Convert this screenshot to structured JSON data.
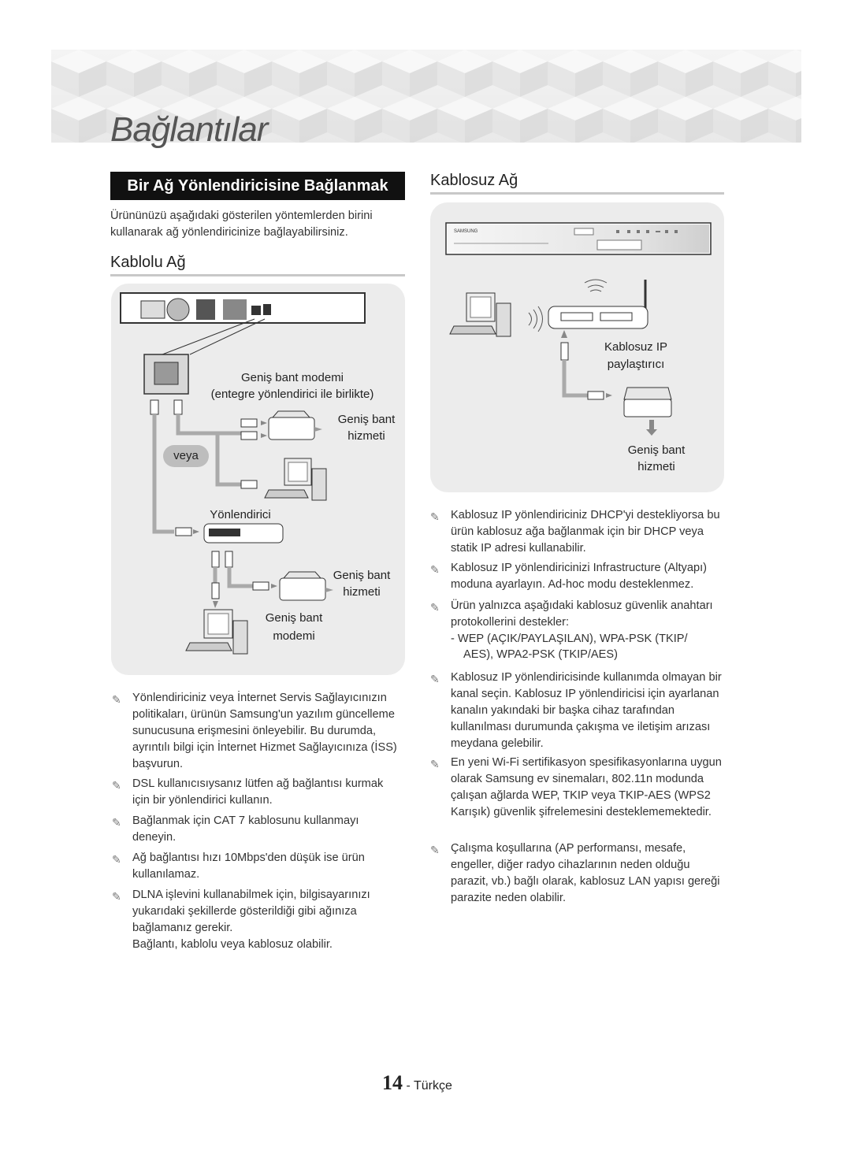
{
  "chapter_title": "Bağlantılar",
  "section_title": "Bir Ağ Yönlendiricisine Bağlanmak",
  "intro": "Ürününüzü aşağıdaki gösterilen yöntemlerden birini kullanarak ağ yönlendiricinize bağlayabilirsiniz.",
  "wired": {
    "title": "Kablolu Ağ",
    "labels": {
      "modem_title": "Geniş bant modemi",
      "modem_sub": "(entegre yönlendirici ile birlikte)",
      "service1_a": "Geniş bant",
      "service1_b": "hizmeti",
      "or": "veya",
      "router": "Yönlendirici",
      "service2_a": "Geniş bant",
      "service2_b": "hizmeti",
      "modem2_a": "Geniş bant",
      "modem2_b": "modemi"
    },
    "notes": [
      "Yönlendiriciniz veya İnternet Servis Sağlayıcınızın politikaları, ürünün Samsung'un yazılım güncelleme sunucusuna erişmesini önleyebilir. Bu durumda, ayrıntılı bilgi için İnternet Hizmet Sağlayıcınıza (İSS) başvurun.",
      "DSL kullanıcısıysanız lütfen ağ bağlantısı kurmak için bir yönlendirici kullanın.",
      "Bağlanmak için CAT 7 kablosunu kullanmayı deneyin.",
      "Ağ bağlantısı hızı 10Mbps'den düşük ise ürün kullanılamaz.",
      "DLNA işlevini kullanabilmek için, bilgisayarınızı yukarıdaki şekillerde gösterildiği gibi ağınıza bağlamanız gerekir."
    ],
    "note_extra": "Bağlantı, kablolu veya kablosuz olabilir."
  },
  "wireless": {
    "title": "Kablosuz Ağ",
    "labels": {
      "ap_a": "Kablosuz IP",
      "ap_b": "paylaştırıcı",
      "service_a": "Geniş bant",
      "service_b": "hizmeti"
    },
    "device_brand": "SAMSUNG",
    "notes": [
      "Kablosuz IP yönlendiriciniz DHCP'yi destekliyorsa bu ürün kablosuz ağa bağlanmak için bir DHCP veya statik IP adresi kullanabilir.",
      "Kablosuz IP yönlendiricinizi Infrastructure (Altyapı) moduna ayarlayın. Ad-hoc modu desteklenmez.",
      "Ürün yalnızca aşağıdaki kablosuz güvenlik anahtarı protokollerini destekler:"
    ],
    "protocol_line1": "-  WEP (AÇIK/PAYLAŞILAN), WPA-PSK (TKIP/",
    "protocol_line2": "AES), WPA2-PSK (TKIP/AES)",
    "notes2": [
      "Kablosuz IP yönlendiricisinde kullanımda olmayan bir kanal seçin. Kablosuz IP yönlendiricisi için ayarlanan kanalın yakındaki bir başka cihaz tarafından kullanılması durumunda çakışma ve iletişim arızası meydana gelebilir.",
      "En yeni Wi-Fi sertifikasyon spesifikasyonlarına uygun olarak Samsung ev sinemaları, 802.11n modunda çalışan ağlarda WEP, TKIP veya TKIP-AES (WPS2 Karışık) güvenlik şifrelemesini desteklememektedir.",
      "Çalışma koşullarına (AP performansı, mesafe, engeller, diğer radyo cihazlarının neden olduğu parazit, vb.) bağlı olarak, kablosuz LAN yapısı gereği parazite neden olabilir."
    ]
  },
  "footer": {
    "page_number": "14",
    "separator": " - ",
    "language": "Türkçe"
  },
  "note_icon": "pencil-note-icon"
}
